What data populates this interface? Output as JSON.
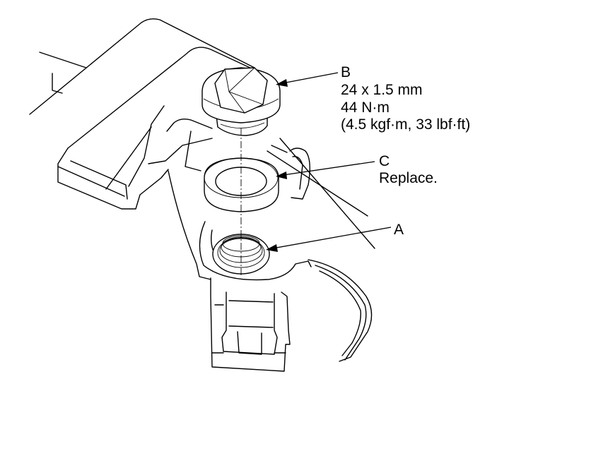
{
  "callouts": {
    "b": {
      "letter": "B",
      "size": "24 x 1.5 mm",
      "torque_nm": "44 N·m",
      "torque_alt": "(4.5 kgf·m, 33 lbf·ft)"
    },
    "c": {
      "letter": "C",
      "note": "Replace."
    },
    "a": {
      "letter": "A"
    }
  },
  "parts": {
    "bolt": "drain-bolt",
    "washer": "sealing-washer",
    "hole": "threaded-drain-hole"
  }
}
